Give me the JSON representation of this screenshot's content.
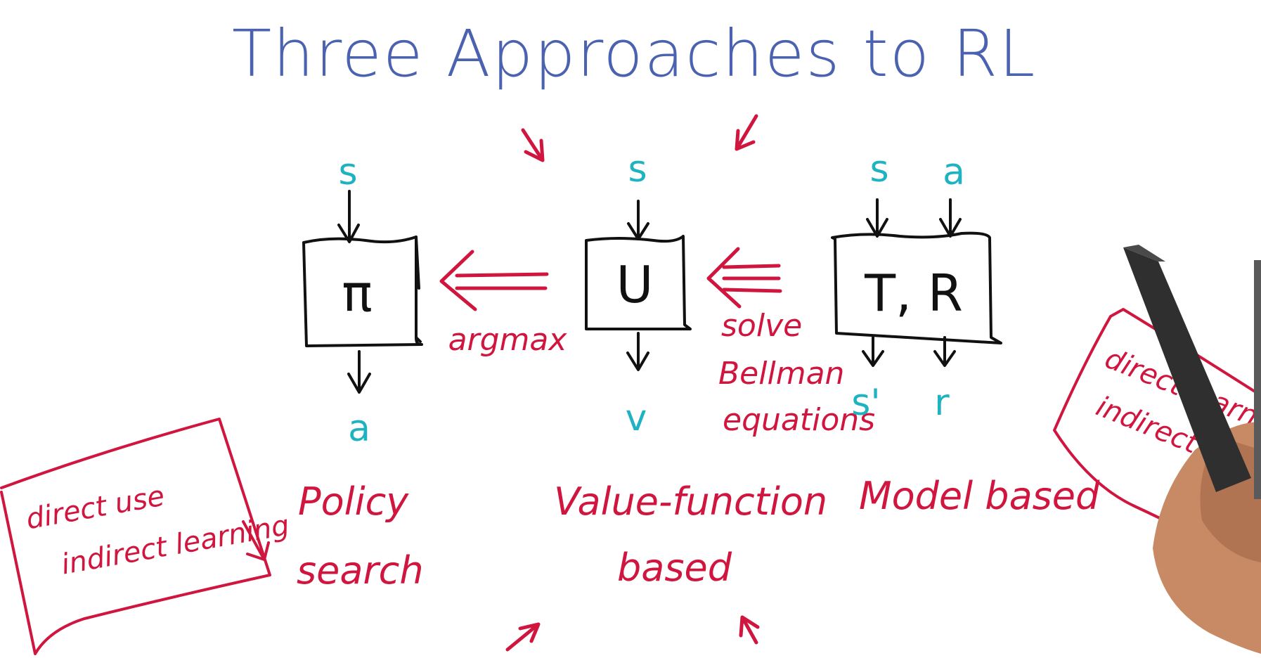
{
  "title": "Three Approaches to RL",
  "colors": {
    "title": "#4b62b0",
    "variable": "#1fb3c2",
    "annotation": "#d0163e",
    "box": "#111111",
    "background": "#ffffff"
  },
  "boxes": {
    "policy": {
      "label": "π",
      "input": "s",
      "output": "a"
    },
    "utility": {
      "label": "U",
      "input": "s",
      "output": "v"
    },
    "model": {
      "label": "T, R",
      "inputs": [
        "s",
        "a"
      ],
      "outputs": [
        "s'",
        "r"
      ]
    }
  },
  "arrows": {
    "argmax": "argmax",
    "solve_bellman": [
      "solve",
      "Bellman",
      "equations"
    ]
  },
  "captions": {
    "policy": [
      "Policy",
      "search"
    ],
    "value": [
      "Value-function",
      "based"
    ],
    "model": "Model based"
  },
  "side_notes": {
    "left": [
      "direct use",
      "indirect learning"
    ],
    "right": [
      "direct learning",
      "indirect use"
    ]
  },
  "icons": [
    "arrow-down-icon",
    "double-arrow-left-icon",
    "pen-hand-icon"
  ]
}
